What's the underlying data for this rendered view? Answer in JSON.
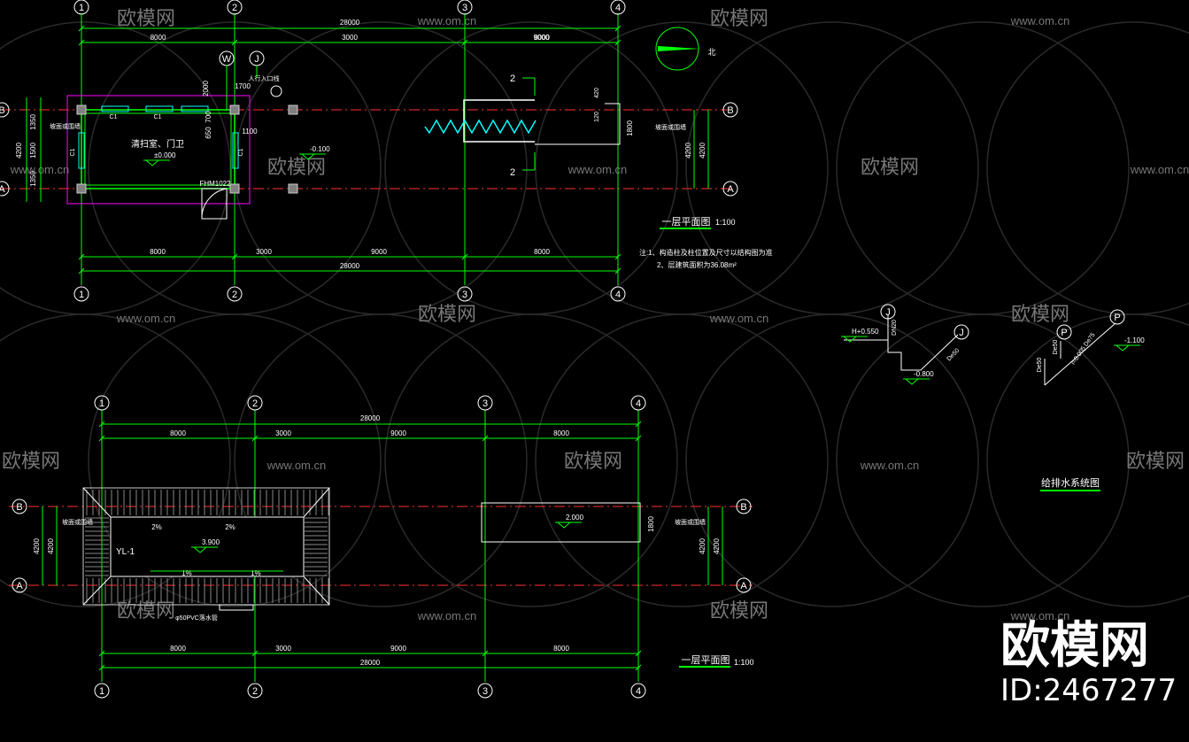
{
  "colors": {
    "background": "#000000",
    "grid": "#00ff00",
    "axis": "#ff3030",
    "wall": "#ff00ff",
    "window": "#00ffff",
    "text": "#ffffff",
    "column": "#808080",
    "watermark": "#bbbbbb"
  },
  "plan1": {
    "axes_x": [
      "1",
      "2",
      "3",
      "4"
    ],
    "axes_y": [
      "B",
      "A"
    ],
    "dims_top": [
      "8000",
      "3000",
      "9000",
      "8000"
    ],
    "total_top": "28000",
    "dims_bottom": [
      "8000",
      "3000",
      "9000",
      "8000"
    ],
    "total_bottom": "28000",
    "dims_left": [
      "1350",
      "1500",
      "1350"
    ],
    "left_total": "4200",
    "dims_right": [
      "4200",
      "4200"
    ],
    "right_small": "1800",
    "room_name": "清扫室、门卫",
    "room_level": "±0.000",
    "outdoor_level": "-0.100",
    "window_labels": [
      "C1",
      "C1",
      "C1",
      "C1"
    ],
    "door_label": "FHM1022",
    "section_mark": "2",
    "dims_misc": [
      "1700",
      "2000",
      "650",
      "700",
      "1100",
      "420",
      "120"
    ],
    "entrance_label": "人行入口线",
    "scupper_label": "坡面或围墙",
    "scupper_label_right": "坡面或围墙",
    "north_label": "北",
    "title": "一层平面图",
    "scale": "1:100",
    "note_line1": "注:1、构造柱及柱位置及尺寸以结构图为准",
    "note_line2": "2、层建筑面积为36.08m²"
  },
  "plan2": {
    "axes_x": [
      "1",
      "2",
      "3",
      "4"
    ],
    "axes_y": [
      "B",
      "A"
    ],
    "dims_top": [
      "8000",
      "3000",
      "9000",
      "8000"
    ],
    "total_top": "28000",
    "dims_bottom": [
      "8000",
      "3000",
      "9000",
      "8000"
    ],
    "total_bottom": "28000",
    "dims_left": [
      "4200",
      "4200"
    ],
    "dims_right": [
      "4200",
      "4200"
    ],
    "right_small": "1800",
    "roof_level": "3.900",
    "canopy_level": "2.000",
    "slopes": [
      "2%",
      "2%",
      "1%",
      "1%"
    ],
    "drain_label": "YL-1",
    "pipe_label": "φ50PVC落水管",
    "scupper_label_left": "坡面或围墙",
    "scupper_label_right": "坡面或围墙",
    "title": "一层平面图",
    "scale": "1:100"
  },
  "plumbing": {
    "level1": "H+0.550",
    "level2": "-0.800",
    "level3": "-1.100",
    "pipe1": "DN20",
    "pipe2": "De50",
    "pipe3": "i=0.005 De75",
    "pipe4": "De50",
    "pipe5": "De50",
    "title": "给排水系统图"
  },
  "watermarks": {
    "brand": "欧模网",
    "url": "www.om.cn",
    "big_text": "欧模网",
    "id_text": "ID:2467277"
  }
}
